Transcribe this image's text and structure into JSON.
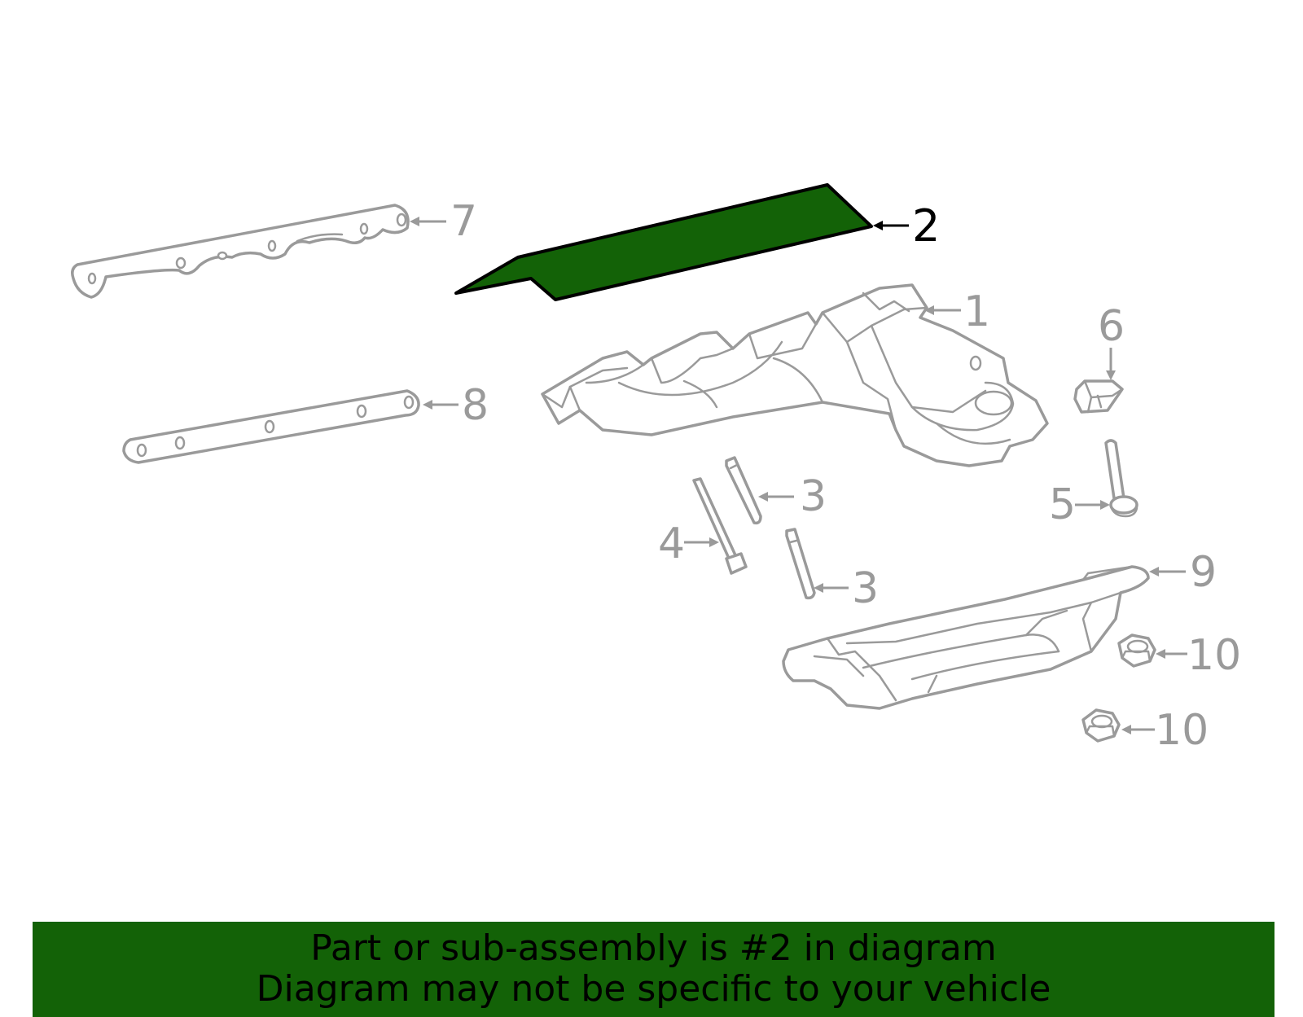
{
  "diagram": {
    "highlight_color": "#136207",
    "highlighted_part": "2",
    "callouts": {
      "part1": "1",
      "part2": "2",
      "part3a": "3",
      "part3b": "3",
      "part4": "4",
      "part5": "5",
      "part6": "6",
      "part7": "7",
      "part8": "8",
      "part9": "9",
      "part10a": "10",
      "part10b": "10"
    }
  },
  "footer": {
    "line1": "Part or sub-assembly is #2 in diagram",
    "line2": "Diagram may not be specific to your vehicle"
  }
}
